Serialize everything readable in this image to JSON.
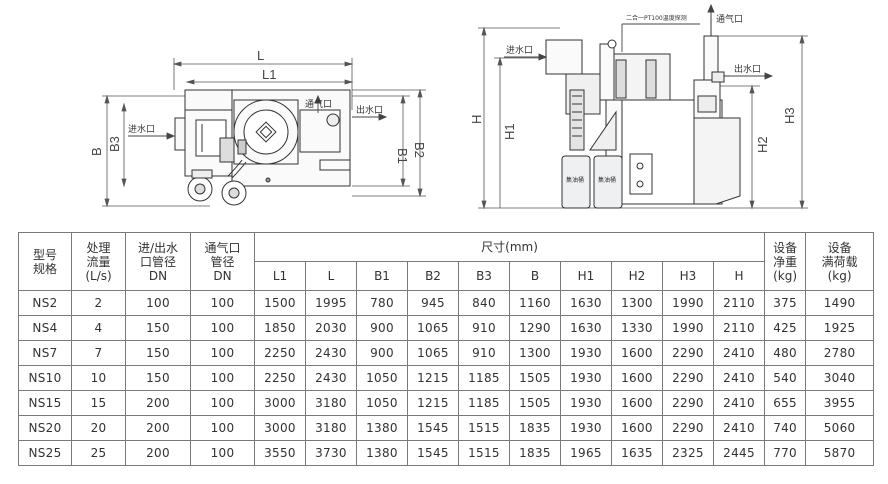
{
  "drawing_left": {
    "dim_L": "L",
    "dim_L1": "L1",
    "dim_B": "B",
    "dim_B1": "B1",
    "dim_B2": "B2",
    "dim_B3": "B3",
    "inlet_label": "进水口",
    "outlet_label": "出水口",
    "vent_label": "通气口"
  },
  "drawing_right": {
    "dim_H": "H",
    "dim_H1": "H1",
    "dim_H2": "H2",
    "dim_H3": "H3",
    "inlet_label": "进水口",
    "outlet_label": "出水口",
    "vent_label": "通气口",
    "sensor_label": "二合一PT100温度探测",
    "tank_label_1": "集油桶",
    "tank_label_2": "集油桶"
  },
  "table": {
    "header": {
      "model": [
        "型号",
        "规格"
      ],
      "flow": [
        "处理",
        "流量",
        "(L/s)"
      ],
      "pipe": [
        "进/出水",
        "口管径",
        "DN"
      ],
      "vent": [
        "通气口",
        "管径",
        "DN"
      ],
      "size_group": "尺寸(mm)",
      "size_cols": [
        "L1",
        "L",
        "B1",
        "B2",
        "B3",
        "B",
        "H1",
        "H2",
        "H3",
        "H"
      ],
      "net_weight": [
        "设备",
        "净重",
        "(kg)"
      ],
      "full_load": [
        "设备",
        "满荷载",
        "(kg)"
      ]
    },
    "rows": [
      [
        "NS2",
        "2",
        "100",
        "100",
        "1500",
        "1995",
        "780",
        "945",
        "840",
        "1160",
        "1630",
        "1300",
        "1990",
        "2110",
        "375",
        "1490"
      ],
      [
        "NS4",
        "4",
        "150",
        "100",
        "1850",
        "2030",
        "900",
        "1065",
        "910",
        "1290",
        "1630",
        "1330",
        "1990",
        "2110",
        "425",
        "1925"
      ],
      [
        "NS7",
        "7",
        "150",
        "100",
        "2250",
        "2430",
        "900",
        "1065",
        "910",
        "1300",
        "1930",
        "1600",
        "2290",
        "2410",
        "480",
        "2780"
      ],
      [
        "NS10",
        "10",
        "150",
        "100",
        "2250",
        "2430",
        "1050",
        "1215",
        "1185",
        "1505",
        "1930",
        "1600",
        "2290",
        "2410",
        "540",
        "3040"
      ],
      [
        "NS15",
        "15",
        "200",
        "100",
        "3000",
        "3180",
        "1050",
        "1215",
        "1185",
        "1505",
        "1930",
        "1600",
        "2290",
        "2410",
        "655",
        "3955"
      ],
      [
        "NS20",
        "20",
        "200",
        "100",
        "3000",
        "3180",
        "1380",
        "1545",
        "1515",
        "1835",
        "1930",
        "1600",
        "2290",
        "2410",
        "740",
        "5060"
      ],
      [
        "NS25",
        "25",
        "200",
        "100",
        "3550",
        "3730",
        "1380",
        "1545",
        "1515",
        "1835",
        "1965",
        "1635",
        "2325",
        "2445",
        "770",
        "5870"
      ]
    ]
  }
}
